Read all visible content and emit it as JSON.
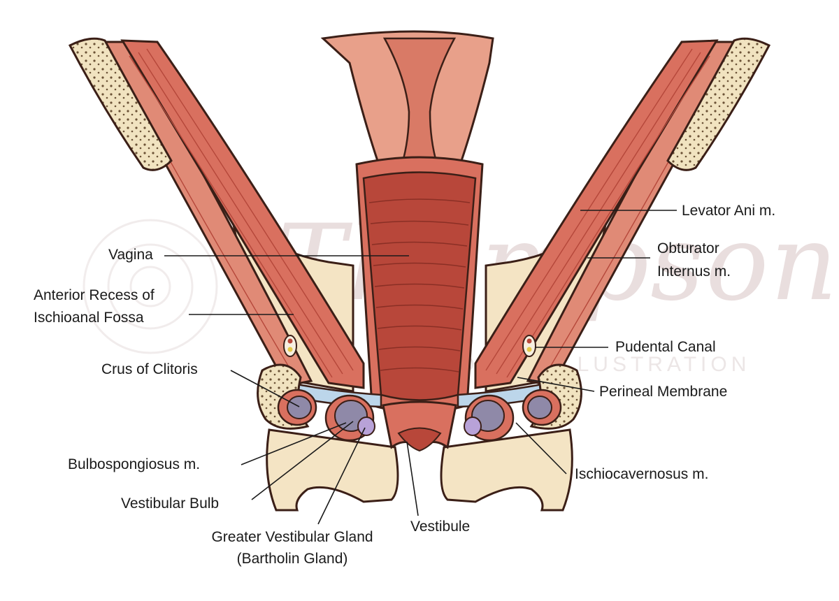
{
  "labels": {
    "levator_ani": "Levator Ani m.",
    "obturator_internus_1": "Obturator",
    "obturator_internus_2": "Internus m.",
    "vagina": "Vagina",
    "anterior_recess_1": "Anterior Recess of",
    "anterior_recess_2": "Ischioanal Fossa",
    "pudental_canal": "Pudental Canal",
    "crus_of_clitoris": "Crus of Clitoris",
    "perineal_membrane": "Perineal Membrane",
    "bulbospongiosus": "Bulbospongiosus m.",
    "ischiocavernosus": "Ischiocavernosus m.",
    "vestibular_bulb": "Vestibular Bulb",
    "greater_vestibular_gland_1": "Greater Vestibular Gland",
    "greater_vestibular_gland_2": "(Bartholin Gland)",
    "vestibule": "Vestibule"
  },
  "watermark": {
    "script": "Thompson",
    "caps": "MEDICAL ILLUSTRATION"
  },
  "colors": {
    "muscle": "#d9705f",
    "muscle_dark": "#b5473a",
    "vagina_lumen": "#b8473a",
    "fat": "#f4e4c4",
    "bone": "#f1e3c0",
    "bulb": "#8f89a8",
    "gland": "#b8a2d8",
    "membrane": "#bcd6ea",
    "outline": "#3b1f17"
  }
}
